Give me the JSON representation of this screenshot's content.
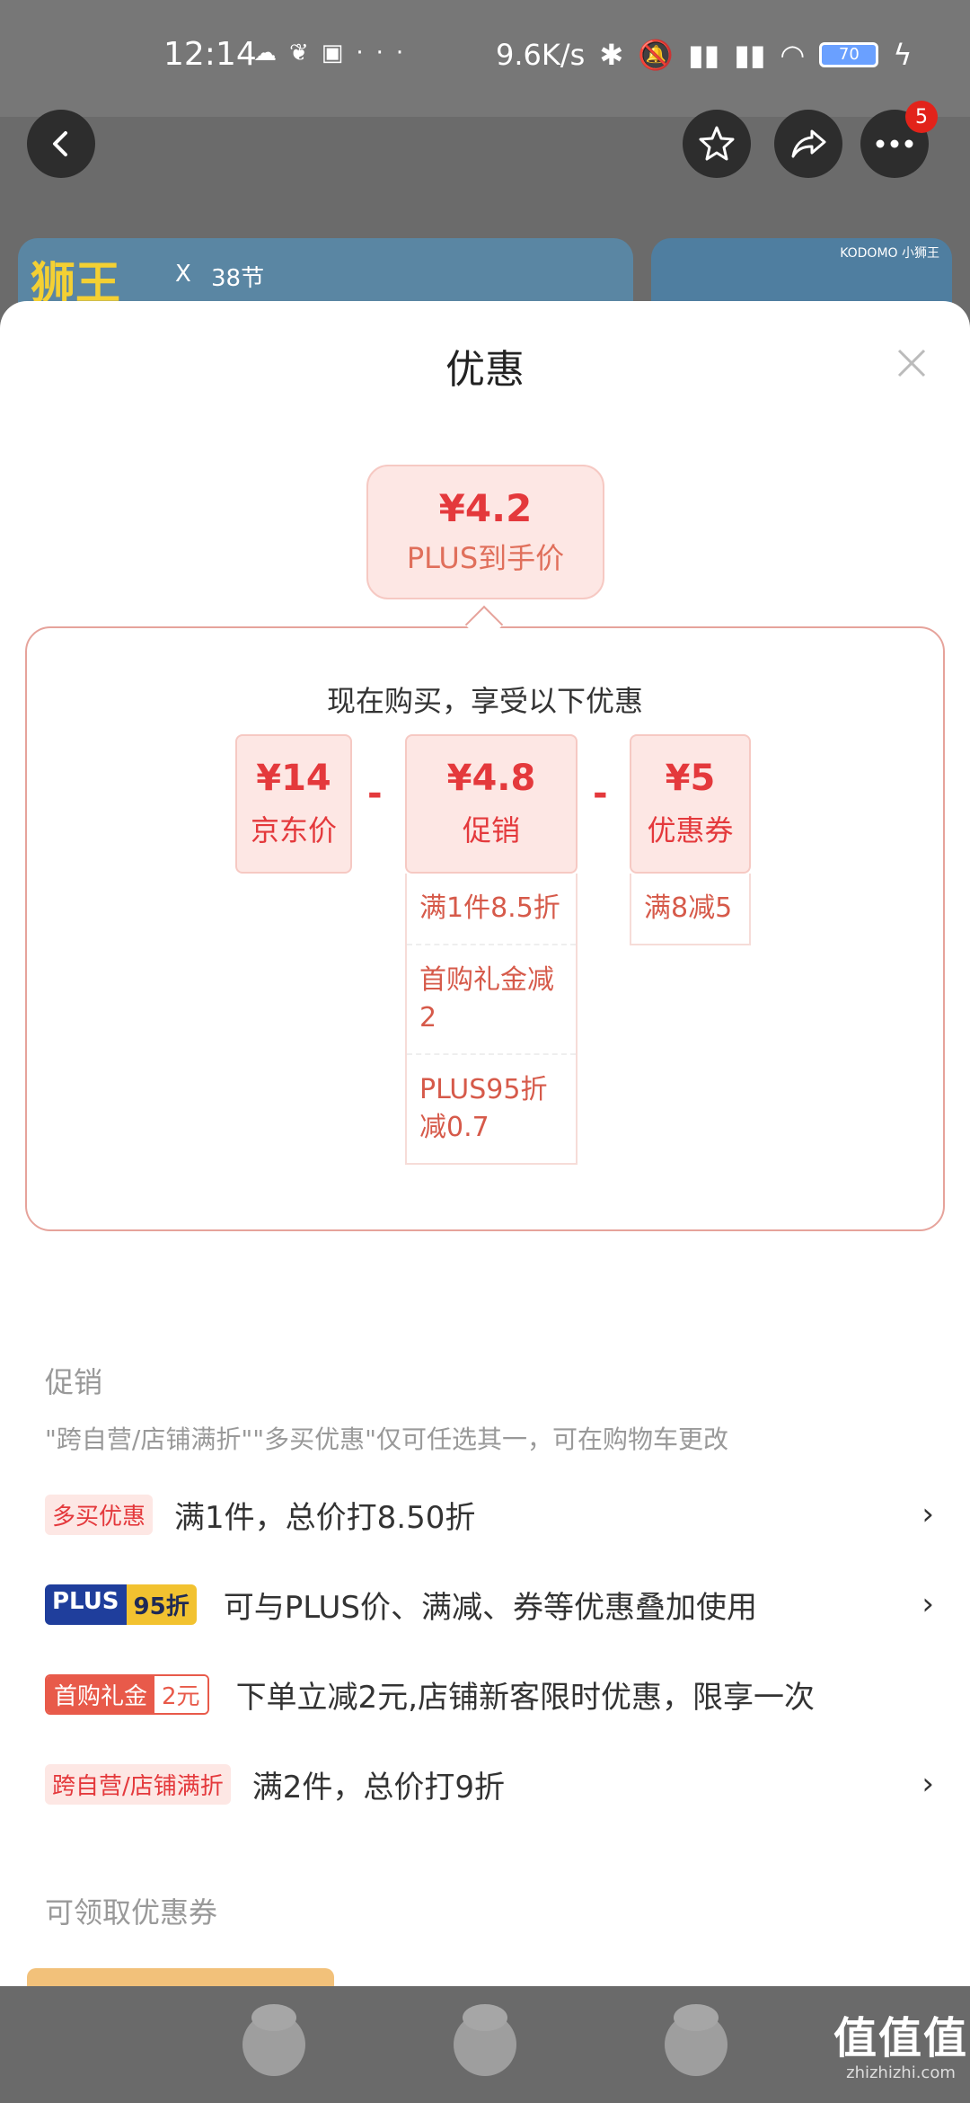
{
  "status_bar": {
    "time": "12:14",
    "dots": "···",
    "speed": "9.6K/s",
    "battery": "70"
  },
  "nav": {
    "more_badge": "5"
  },
  "banner": {
    "logo_text": "狮王",
    "x_mark": "X",
    "festival_text": "38节",
    "brand_right": "KODOMO 小狮王"
  },
  "sheet": {
    "title": "优惠",
    "final_price": "¥4.2",
    "final_label": "PLUS到手价",
    "breakdown_title": "现在购买，享受以下优惠",
    "items": [
      {
        "amount": "¥14",
        "label": "京东价"
      },
      {
        "amount": "¥4.8",
        "label": "促销"
      },
      {
        "amount": "¥5",
        "label": "优惠券"
      }
    ],
    "minus_sign": "-",
    "promo_details": [
      "满1件8.5折",
      "首购礼金减2",
      "PLUS95折减0.7"
    ],
    "coupon_details": [
      "满8减5"
    ]
  },
  "promotions": {
    "section_title": "促销",
    "note": "\"跨自营/店铺满折\"\"多买优惠\"仅可任选其一，可在购物车更改",
    "rows": [
      {
        "tag": "多买优惠",
        "text": "满1件，总价打8.50折"
      },
      {
        "tag_a": "PLUS",
        "tag_b": "95折",
        "text": "可与PLUS价、满减、券等优惠叠加使用"
      },
      {
        "tag_a": "首购礼金",
        "tag_b": "2元",
        "text": "下单立减2元,店铺新客限时优惠，限享一次"
      },
      {
        "tag": "跨自营/店铺满折",
        "text": "满2件，总价打9折"
      }
    ],
    "chevron": "›"
  },
  "coupons": {
    "section_title": "可领取优惠券"
  },
  "watermark": {
    "main": "值值值",
    "sub": "zhizhizhi.com"
  }
}
